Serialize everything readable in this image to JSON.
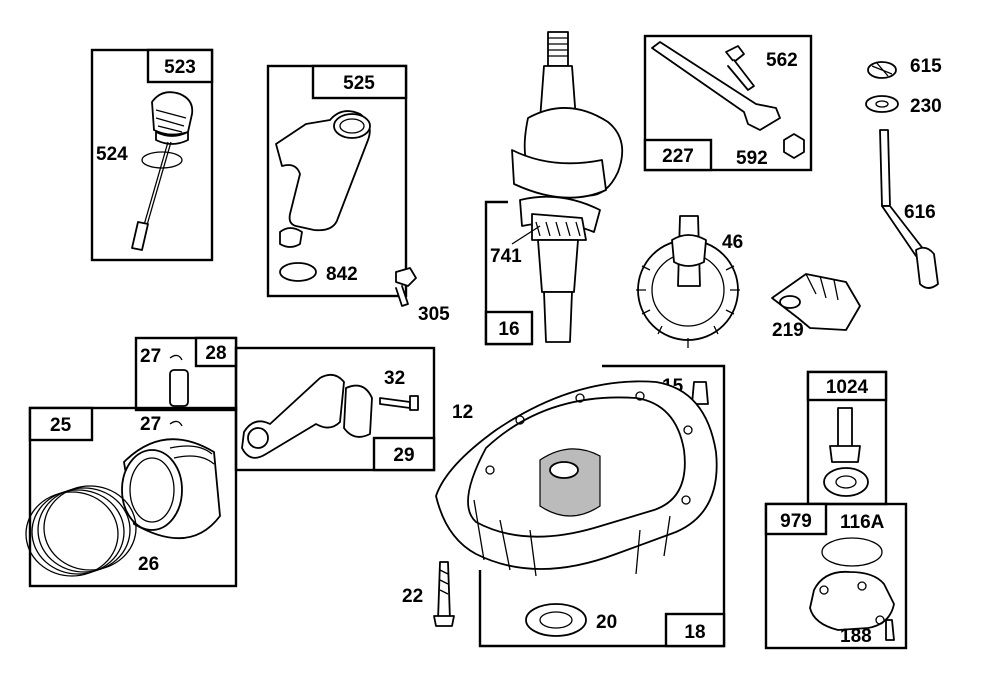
{
  "boxes": {
    "b523": "523",
    "b525": "525",
    "b227": "227",
    "b16": "16",
    "b28": "28",
    "b25": "25",
    "b29": "29",
    "b18": "18",
    "b1024": "1024",
    "b979": "979"
  },
  "parts": {
    "p524": "524",
    "p842": "842",
    "p305": "305",
    "p562": "562",
    "p592": "592",
    "p615": "615",
    "p230": "230",
    "p616": "616",
    "p741": "741",
    "p46": "46",
    "p219": "219",
    "p27a": "27",
    "p27b": "27",
    "p32": "32",
    "p26": "26",
    "p12": "12",
    "p15": "15",
    "p22": "22",
    "p20": "20",
    "p116A": "116A",
    "p188": "188"
  }
}
